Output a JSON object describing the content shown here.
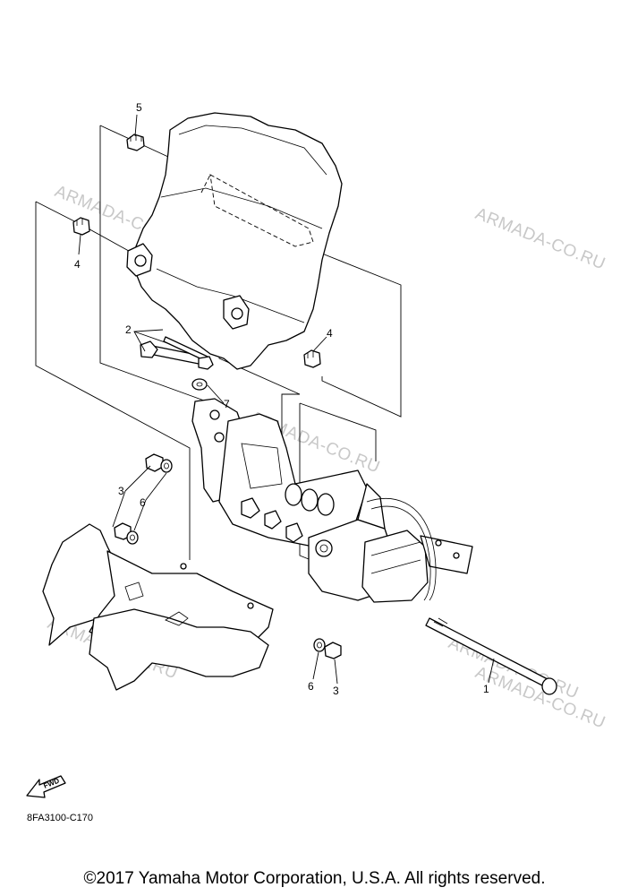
{
  "watermarks": [
    "ARMADA-CO.RU",
    "ARMADA-CO.RU",
    "ARMADA-CO.RU",
    "ARMADA-CO.RU",
    "ARMADA-CO.RU",
    "ARMADA-CO.RU"
  ],
  "callouts": {
    "c1": "1",
    "c2": "2",
    "c3a": "3",
    "c3b": "3",
    "c4a": "4",
    "c4b": "4",
    "c5": "5",
    "c6a": "6",
    "c6b": "6",
    "c7": "7"
  },
  "fwd_label": "FWD",
  "diagram_code": "8FA3100-C170",
  "copyright": "©2017 Yamaha Motor Corporation, U.S.A. All rights reserved."
}
